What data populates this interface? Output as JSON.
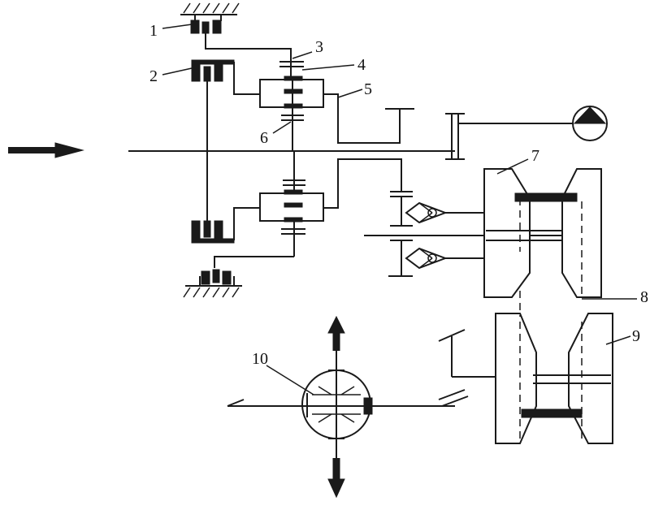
{
  "labels": {
    "l1": "1",
    "l2": "2",
    "l3": "3",
    "l4": "4",
    "l5": "5",
    "l6": "6",
    "l7": "7",
    "l8": "8",
    "l9": "9",
    "l10": "10"
  },
  "icons": {
    "input_arrow": "input-arrow-icon",
    "pump": "pump-icon",
    "output_up": "arrow-up-icon",
    "output_down": "arrow-down-icon"
  },
  "colors": {
    "ink": "#1a1a1a",
    "paper": "#ffffff"
  }
}
